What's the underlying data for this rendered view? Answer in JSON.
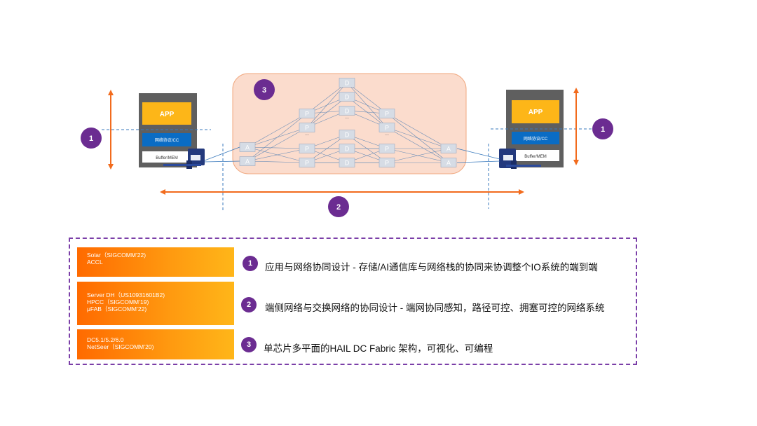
{
  "diagram": {
    "left_server": {
      "app": "APP",
      "proto": "网络协议/CC",
      "buffer": "Buffer/MEM"
    },
    "right_server": {
      "app": "APP",
      "proto": "网络协议/CC",
      "buffer": "Buffer/MEM"
    },
    "node_labels": {
      "access": "A",
      "pod": "P",
      "spine": "D",
      "ellipsis": "..."
    },
    "markers": {
      "left_endpoint": "1",
      "right_endpoint": "1",
      "fabric": "3",
      "path": "2"
    }
  },
  "legend": {
    "rows": [
      {
        "tags": [
          "Solar（SIGCOMM’22)",
          "ACCL"
        ],
        "number": "1",
        "description": "应用与网络协同设计 - 存储/AI通信库与网络栈的协同来协调整个IO系统的端到端"
      },
      {
        "tags": [
          "Server DH（US10931601B2)",
          "HPCC（SIGCOMM’19)",
          "μFAB（SIGCOMM’22)"
        ],
        "number": "2",
        "description": "端侧网络与交换网络的协同设计 - 端网协同感知，路径可控、拥塞可控的网络系统"
      },
      {
        "tags": [
          "DC5.1/5.2/6.0",
          "NetSeer（SIGCOMM’20)"
        ],
        "number": "3",
        "description": "单芯片多平面的HAIL DC Fabric 架构，可视化、可编程"
      }
    ]
  },
  "colors": {
    "purple": "#6b2c91",
    "orange": "#f26b1d",
    "gold": "#fdb618",
    "blue": "#0a6cc4",
    "server_gray": "#595959",
    "fabric_fill": "#fbdccd",
    "node_fill": "#d6dce5",
    "line_blue": "#3a7abd"
  }
}
